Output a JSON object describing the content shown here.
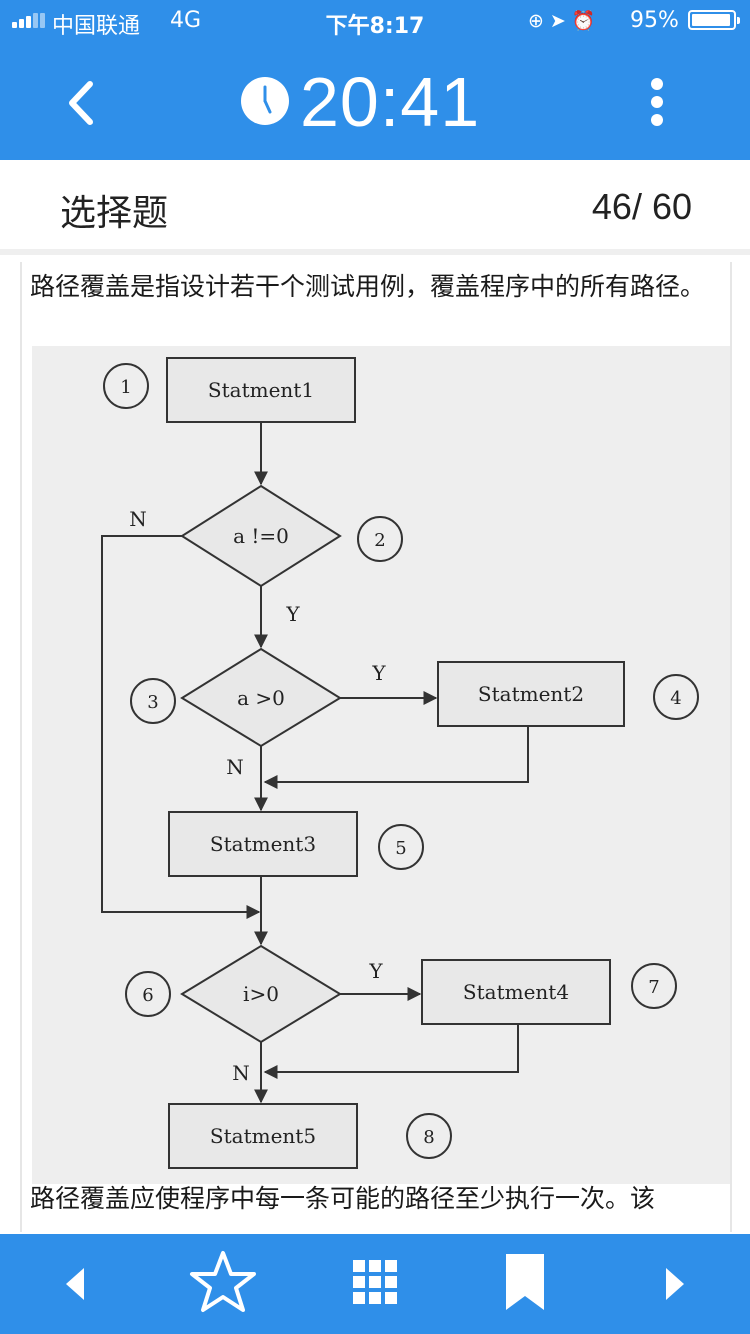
{
  "status_bar": {
    "carrier": "中国联通",
    "network": "4G",
    "time": "下午8:17",
    "battery": "95%",
    "battery_level": 0.95
  },
  "header": {
    "timer": "20:41",
    "icons": [
      "back-icon",
      "clock-icon",
      "more-icon"
    ]
  },
  "question": {
    "type": "选择题",
    "progress": "46/ 60",
    "text": "路径覆盖是指设计若干个测试用例，覆盖程序中的所有路径。",
    "text2": "路径覆盖应使程序中每一条可能的路径至少执行一次。该"
  },
  "flowchart": {
    "nodes": {
      "s1": "Statment1",
      "d1": "a !=0",
      "d2": "a >0",
      "s2": "Statment2",
      "s3": "Statment3",
      "d3": "i>0",
      "s4": "Statment4",
      "s5": "Statment5"
    },
    "markers": [
      "1",
      "2",
      "3",
      "4",
      "5",
      "6",
      "7",
      "8"
    ],
    "edge_labels": {
      "d1_no": "N",
      "d1_yes": "Y",
      "d2_yes": "Y",
      "d2_no": "N",
      "d3_yes": "Y",
      "d3_no": "N"
    }
  },
  "toolbar": {
    "icons": [
      "prev-icon",
      "star-icon",
      "grid-icon",
      "bookmark-icon",
      "next-icon"
    ]
  },
  "colors": {
    "primary": "#2f8fe9",
    "background": "#ffffff"
  }
}
